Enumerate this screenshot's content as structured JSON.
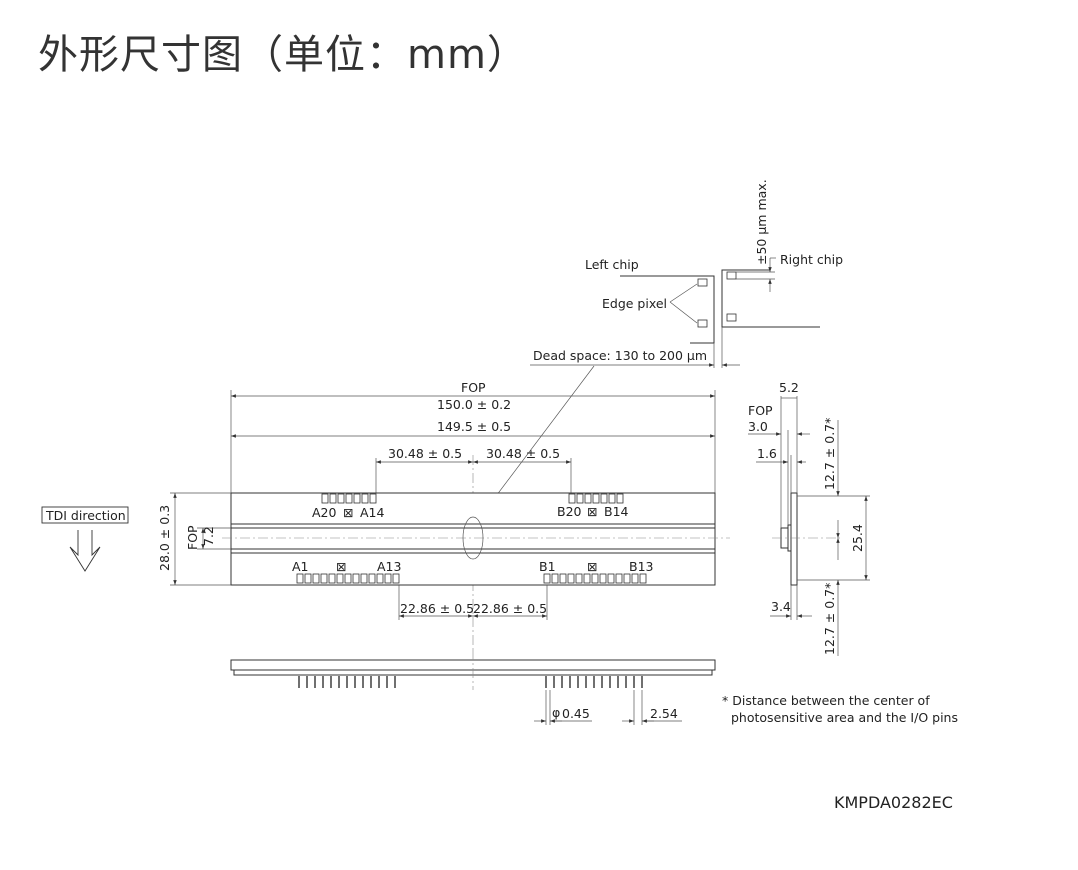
{
  "title": "外形尺寸图（单位：mm）",
  "drawing_code": "KMPDA0282EC",
  "labels": {
    "left_chip": "Left chip",
    "right_chip": "Right chip",
    "edge_pixel": "Edge pixel",
    "dead_space": "Dead space: 130 to 200 μm",
    "max_50um": "±50 μm max.",
    "fop": "FOP",
    "tdi_direction": "TDI direction",
    "a20": "A20",
    "a14": "A14",
    "b20": "B20",
    "b14": "B14",
    "a1": "A1",
    "a13": "A13",
    "b1": "B1",
    "b13": "B13",
    "unknown_glyph": "⊠"
  },
  "dimensions": {
    "fop_length": "150.0 ± 0.2",
    "body_length": "149.5 ± 0.5",
    "pitch_upper_left": "30.48 ± 0.5",
    "pitch_upper_right": "30.48 ± 0.5",
    "pitch_lower_left": "22.86 ± 0.5",
    "pitch_lower_right": "22.86 ± 0.5",
    "height": "28.0 ± 0.3",
    "fop_height": "7.2",
    "side_total": "5.2",
    "side_fop": "3.0",
    "side_1_6": "1.6",
    "side_3_4": "3.4",
    "pin_offset_upper": "12.7 ± 0.7*",
    "pin_offset_lower": "12.7 ± 0.7*",
    "pin_span": "25.4",
    "pin_diameter": "0.45",
    "pin_pitch": "2.54",
    "phi": "φ"
  },
  "note": {
    "line1": "* Distance between the center of",
    "line2": "photosensitive area and the I/O pins"
  }
}
